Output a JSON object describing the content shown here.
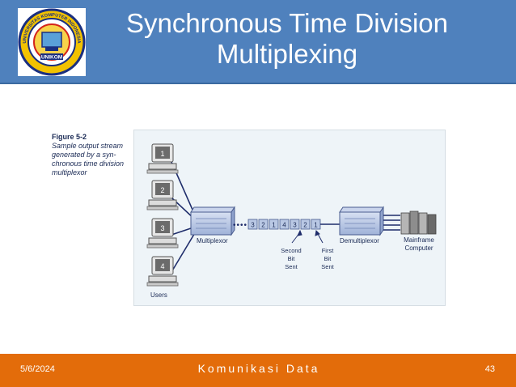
{
  "slide": {
    "title_line1": "Synchronous Time Division",
    "title_line2": "Multiplexing"
  },
  "logo": {
    "text_top": "UNIVERSITAS KOMPUTER INDONESIA",
    "text_bottom": "UNIKOM"
  },
  "figure": {
    "number": "Figure 5-2",
    "desc_lines": [
      "Sample output stream",
      "generated by a syn-",
      "chronous time division",
      "multiplexor"
    ],
    "users": [
      "1",
      "2",
      "3",
      "4"
    ],
    "users_label": "Users",
    "multiplexor_label": "Multiplexor",
    "demultiplexor_label": "Demultiplexor",
    "stream_slots": [
      "3",
      "2",
      "1",
      "4",
      "3",
      "2",
      "1"
    ],
    "stream_ellipsis": "••••",
    "second_bit": [
      "Second",
      "Bit",
      "Sent"
    ],
    "first_bit": [
      "First",
      "Bit",
      "Sent"
    ],
    "mainframe": [
      "Mainframe",
      "Computer"
    ]
  },
  "footer": {
    "date": "5/6/2024",
    "center": "Komunikasi Data",
    "page": "43"
  },
  "colors": {
    "header": "#4f81bd",
    "footer": "#e36c0a",
    "line": "#1f2d6b",
    "box": "#b9c8e4"
  }
}
